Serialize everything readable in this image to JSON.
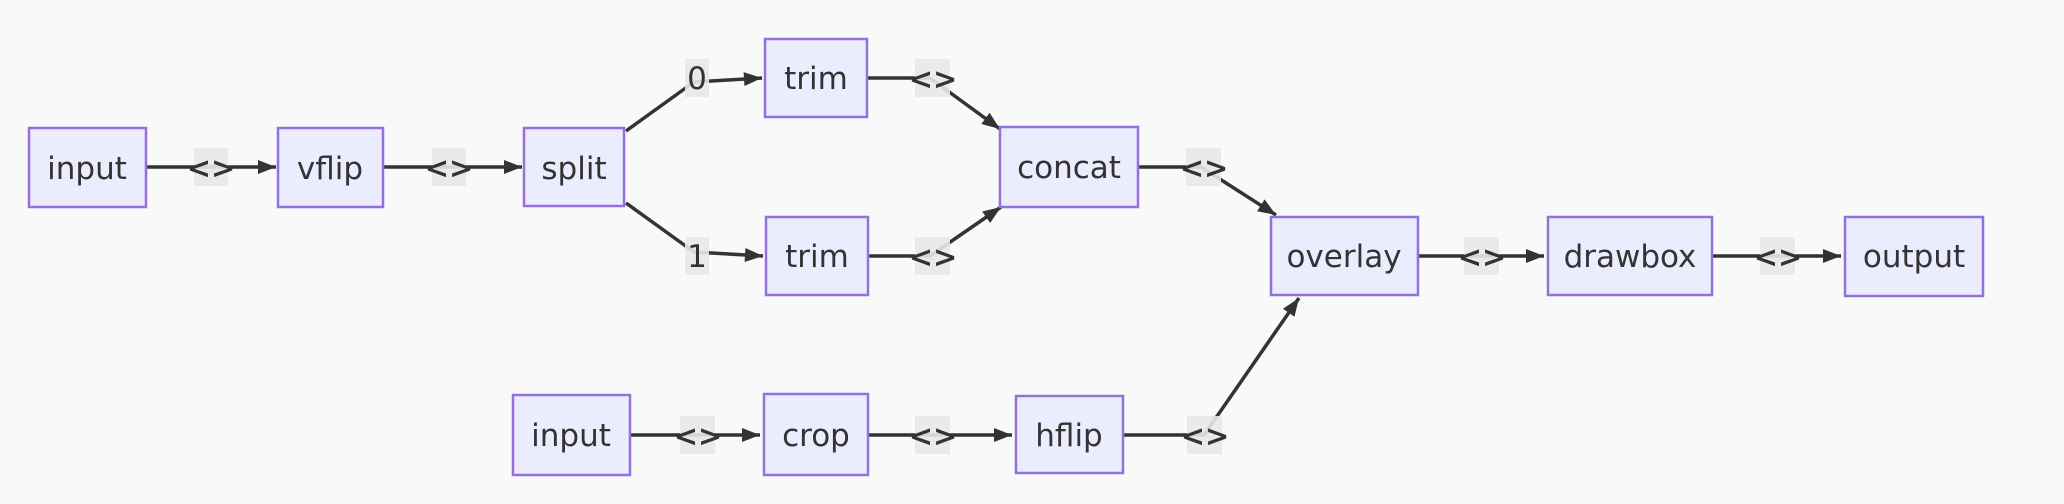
{
  "diagram": {
    "type": "flowchart",
    "direction": "left-to-right",
    "colors": {
      "background": "#f9f9f9",
      "node_fill": "#ECECFF",
      "node_border": "#9370DB",
      "text": "#333333",
      "edge": "#333333",
      "edge_label_bg": "#e8e8e8"
    },
    "nodes": [
      {
        "id": "input1",
        "label": "input"
      },
      {
        "id": "vflip",
        "label": "vflip"
      },
      {
        "id": "split",
        "label": "split"
      },
      {
        "id": "trim0",
        "label": "trim"
      },
      {
        "id": "trim1",
        "label": "trim"
      },
      {
        "id": "concat",
        "label": "concat"
      },
      {
        "id": "overlay",
        "label": "overlay"
      },
      {
        "id": "drawbox",
        "label": "drawbox"
      },
      {
        "id": "output",
        "label": "output"
      },
      {
        "id": "input2",
        "label": "input"
      },
      {
        "id": "crop",
        "label": "crop"
      },
      {
        "id": "hflip",
        "label": "hflip"
      }
    ],
    "edges": [
      {
        "from": "input1",
        "to": "vflip",
        "label": "<>"
      },
      {
        "from": "vflip",
        "to": "split",
        "label": "<>"
      },
      {
        "from": "split",
        "to": "trim0",
        "label": "0"
      },
      {
        "from": "split",
        "to": "trim1",
        "label": "1"
      },
      {
        "from": "trim0",
        "to": "concat",
        "label": "<>"
      },
      {
        "from": "trim1",
        "to": "concat",
        "label": "<>"
      },
      {
        "from": "concat",
        "to": "overlay",
        "label": "<>"
      },
      {
        "from": "overlay",
        "to": "drawbox",
        "label": "<>"
      },
      {
        "from": "drawbox",
        "to": "output",
        "label": "<>"
      },
      {
        "from": "input2",
        "to": "crop",
        "label": "<>"
      },
      {
        "from": "crop",
        "to": "hflip",
        "label": "<>"
      },
      {
        "from": "hflip",
        "to": "overlay",
        "label": "<>"
      }
    ]
  }
}
